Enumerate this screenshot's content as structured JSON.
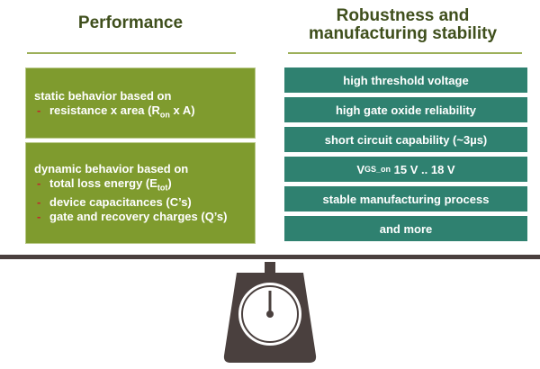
{
  "performance": {
    "title": "Performance",
    "static": {
      "title": "static behavior based on",
      "bullets": [
        {
          "text": "resistance x area (R",
          "sub": "on",
          "suffix": " x A)"
        }
      ]
    },
    "dynamic": {
      "title": "dynamic behavior based on",
      "bullets": [
        {
          "text": "total loss energy (E",
          "sub": "tot",
          "suffix": ")"
        },
        {
          "text": "device capacitances (C’s)"
        },
        {
          "text": "gate and recovery charges (Q’s)"
        }
      ]
    }
  },
  "robustness": {
    "title_line1": "Robustness and",
    "title_line2": "manufacturing stability",
    "items": [
      {
        "text": "high threshold voltage"
      },
      {
        "text": "high gate oxide reliability"
      },
      {
        "text": "short circuit capability (~3µs)"
      },
      {
        "pre": "V",
        "sub": "GS_on",
        "text": " 15 V .. 18 V"
      },
      {
        "text": "stable manufacturing process"
      },
      {
        "text": "and more"
      }
    ]
  },
  "colors": {
    "performance_box": "#7f9b2e",
    "robustness_box": "#2f8170",
    "heading": "#3f4f1c",
    "bullet_dash": "#c1272d",
    "scale": "#4a403e"
  },
  "icons": {
    "scale": "weighing-scale-icon"
  }
}
